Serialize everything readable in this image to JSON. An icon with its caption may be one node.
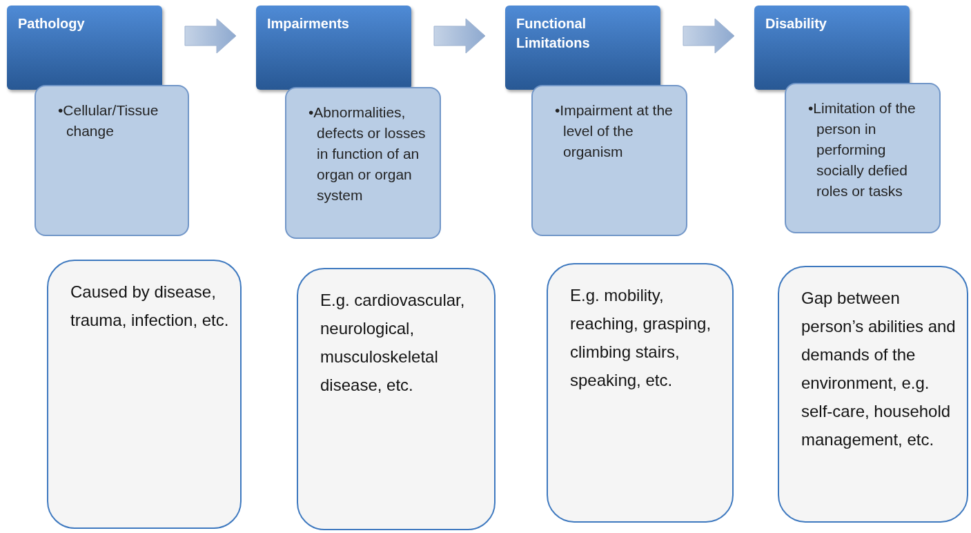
{
  "diagram": {
    "nodes": [
      {
        "text": [
          "Pathology"
        ]
      },
      {
        "text": [
          "•Cellular/Tissue change"
        ]
      },
      {
        "text": [
          "Caused by disease, trauma, infection, etc."
        ]
      },
      {
        "text": [
          "Impairments"
        ]
      },
      {
        "text": [
          "•Abnormalities, defects or losses in function of an organ or organ system"
        ]
      },
      {
        "text": [
          "E.g. cardiovascular, neurological, musculoskeletal disease, etc."
        ]
      },
      {
        "text": [
          "Functional Limitations"
        ]
      },
      {
        "text": [
          "•Impairment at the level of the organism"
        ]
      },
      {
        "text": [
          "E.g. mobility, reaching, grasping, climbing stairs, speaking, etc."
        ]
      },
      {
        "text": [
          "Disability"
        ]
      },
      {
        "text": [
          "•Limitation of the person in performing socially defied roles or tasks"
        ]
      },
      {
        "text": [
          "Gap between person’s abilities and demands of the environment, e.g. self-care, household management, etc."
        ]
      }
    ],
    "edges": [
      {
        "from": 0,
        "to": 3,
        "arrow": "to",
        "style": "thick"
      },
      {
        "from": 3,
        "to": 6,
        "arrow": "to",
        "style": "thick"
      },
      {
        "from": 6,
        "to": 9,
        "arrow": "to",
        "style": "thick"
      }
    ]
  }
}
